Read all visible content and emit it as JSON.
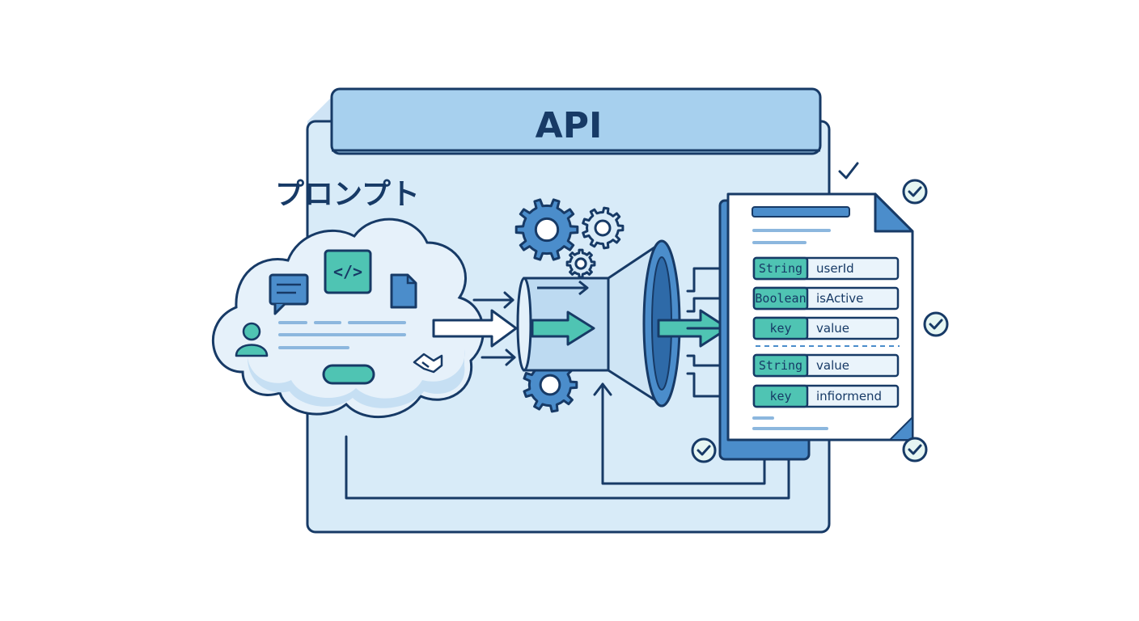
{
  "api": {
    "title": "API"
  },
  "prompt": {
    "label": "プロンプト"
  },
  "schema": {
    "rows": [
      {
        "type": "String",
        "value": "userId"
      },
      {
        "type": "Boolean",
        "value": "isActive"
      },
      {
        "type": "key",
        "value": "value"
      },
      {
        "type": "String",
        "value": "value"
      },
      {
        "type": "key",
        "value": "infiormend"
      }
    ]
  },
  "colors": {
    "navy": "#173a66",
    "panel": "#d8ebf8",
    "header": "#a7d0ee",
    "teal": "#4fc4b3",
    "blue": "#4b8dcb",
    "lightblue": "#eaf4fb"
  },
  "icons": [
    "gear-icon",
    "code-icon",
    "chat-icon",
    "file-icon",
    "user-icon",
    "check-icon",
    "document-icon",
    "funnel-icon",
    "arrow-icon"
  ]
}
